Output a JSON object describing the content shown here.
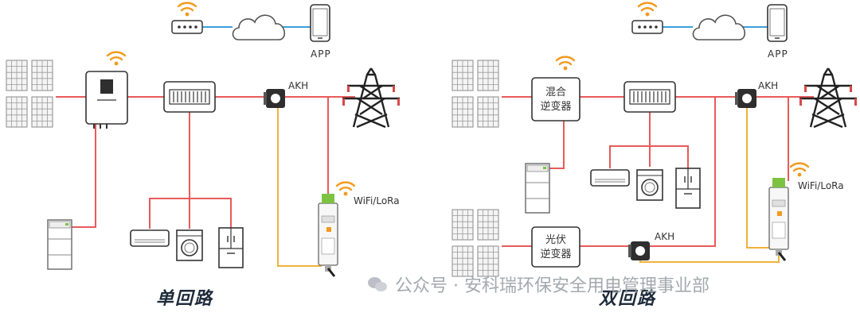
{
  "left": {
    "app_label": "APP",
    "meter_label": "AKH",
    "wireless_label": "WiFi/LoRa",
    "title": "单回路"
  },
  "right": {
    "app_label": "APP",
    "meter_top_label": "AKH",
    "meter_bottom_label": "AKH",
    "wireless_label": "WiFi/LoRa",
    "hybrid_inverter_line1": "混合",
    "hybrid_inverter_line2": "逆变器",
    "pv_inverter_line1": "光伏",
    "pv_inverter_line2": "逆变器",
    "title": "双回路"
  },
  "watermark": "公众号 · 安科瑞环保安全用电管理事业部",
  "colors": {
    "power_line": "#e85a5a",
    "signal_line": "#f0b23c",
    "network_line": "#3aa0d8",
    "wifi": "#f29a1e",
    "device_stroke": "#333333",
    "green_cap": "#7ec242"
  }
}
